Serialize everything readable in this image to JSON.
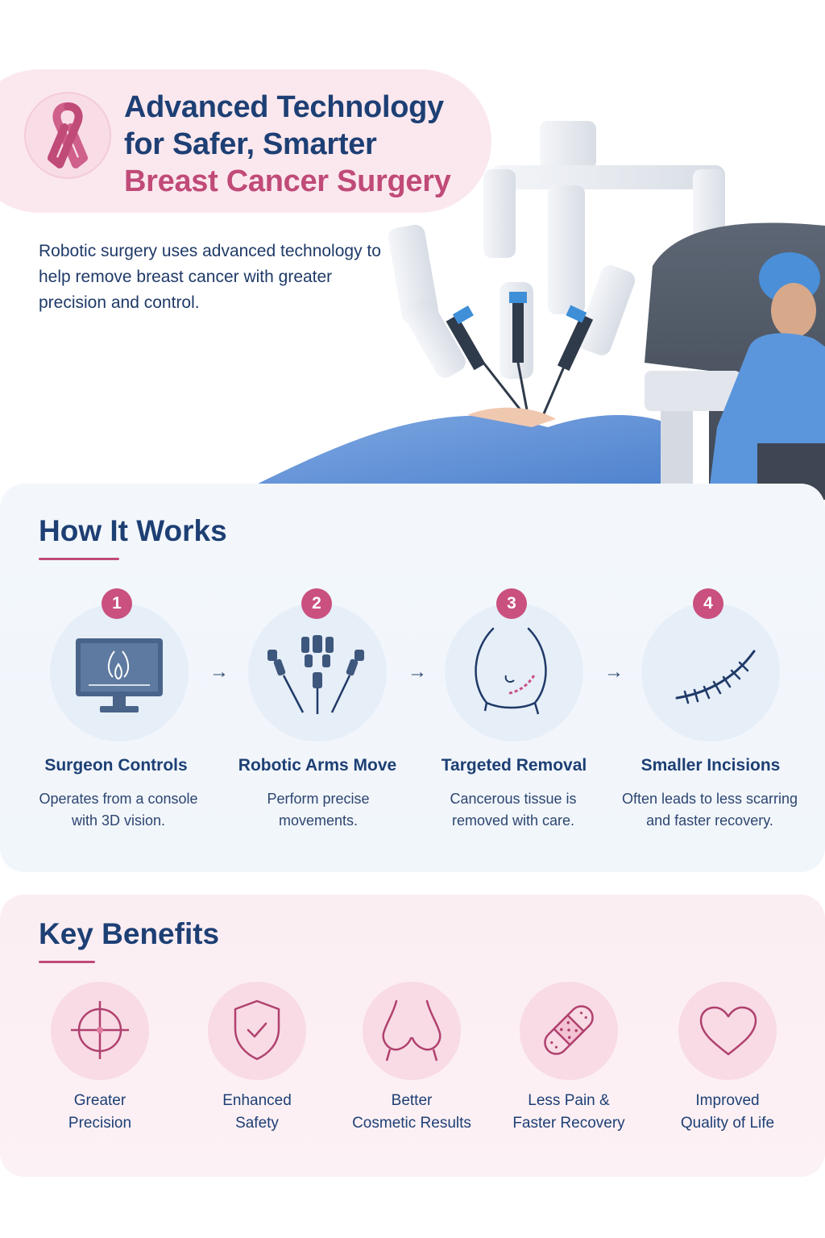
{
  "hero": {
    "title_line1": "Advanced Technology",
    "title_line2": "for Safer, Smarter",
    "title_line3": "Breast Cancer Surgery",
    "intro": "Robotic surgery uses advanced technology to help remove breast cancer with greater precision and control.",
    "ribbon_icon": "awareness-ribbon-icon"
  },
  "how_it_works": {
    "title": "How It Works",
    "steps": [
      {
        "number": "1",
        "title": "Surgeon Controls",
        "desc": "Operates from a console with 3D vision.",
        "icon": "monitor-icon"
      },
      {
        "number": "2",
        "title": "Robotic Arms Move",
        "desc": "Perform precise movements.",
        "icon": "robotic-instruments-icon"
      },
      {
        "number": "3",
        "title": "Targeted Removal",
        "desc": "Cancerous tissue is removed with care.",
        "icon": "breast-outline-icon"
      },
      {
        "number": "4",
        "title": "Smaller Incisions",
        "desc": "Often leads to less scarring and faster recovery.",
        "icon": "sutured-incision-icon"
      }
    ]
  },
  "key_benefits": {
    "title": "Key Benefits",
    "items": [
      {
        "line1": "Greater",
        "line2": "Precision",
        "icon": "crosshair-icon"
      },
      {
        "line1": "Enhanced",
        "line2": "Safety",
        "icon": "shield-check-icon"
      },
      {
        "line1": "Better",
        "line2": "Cosmetic Results",
        "icon": "torso-outline-icon"
      },
      {
        "line1": "Less Pain &",
        "line2": "Faster Recovery",
        "icon": "bandage-icon"
      },
      {
        "line1": "Improved",
        "line2": "Quality of Life",
        "icon": "heart-icon"
      }
    ]
  },
  "colors": {
    "navy": "#1d3f74",
    "pink": "#c04a78",
    "pink_light": "#fbe8ee",
    "blue_light": "#f3f7fc",
    "drape_blue": "#5b8fd6"
  }
}
